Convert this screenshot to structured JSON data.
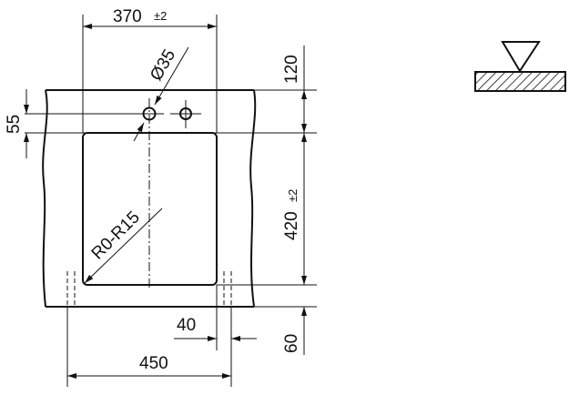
{
  "dimensions": {
    "top_width": "370",
    "top_width_tol": "±2",
    "hole_diameter": "Ø35",
    "hole_offset": "55",
    "top_margin": "120",
    "bowl_height": "420",
    "bowl_height_tol": "±2",
    "bottom_margin": "60",
    "corner_radius": "R0-R15",
    "side_gap": "40",
    "overall_width": "450"
  },
  "symbol": {
    "name": "surface-mount-symbol"
  }
}
